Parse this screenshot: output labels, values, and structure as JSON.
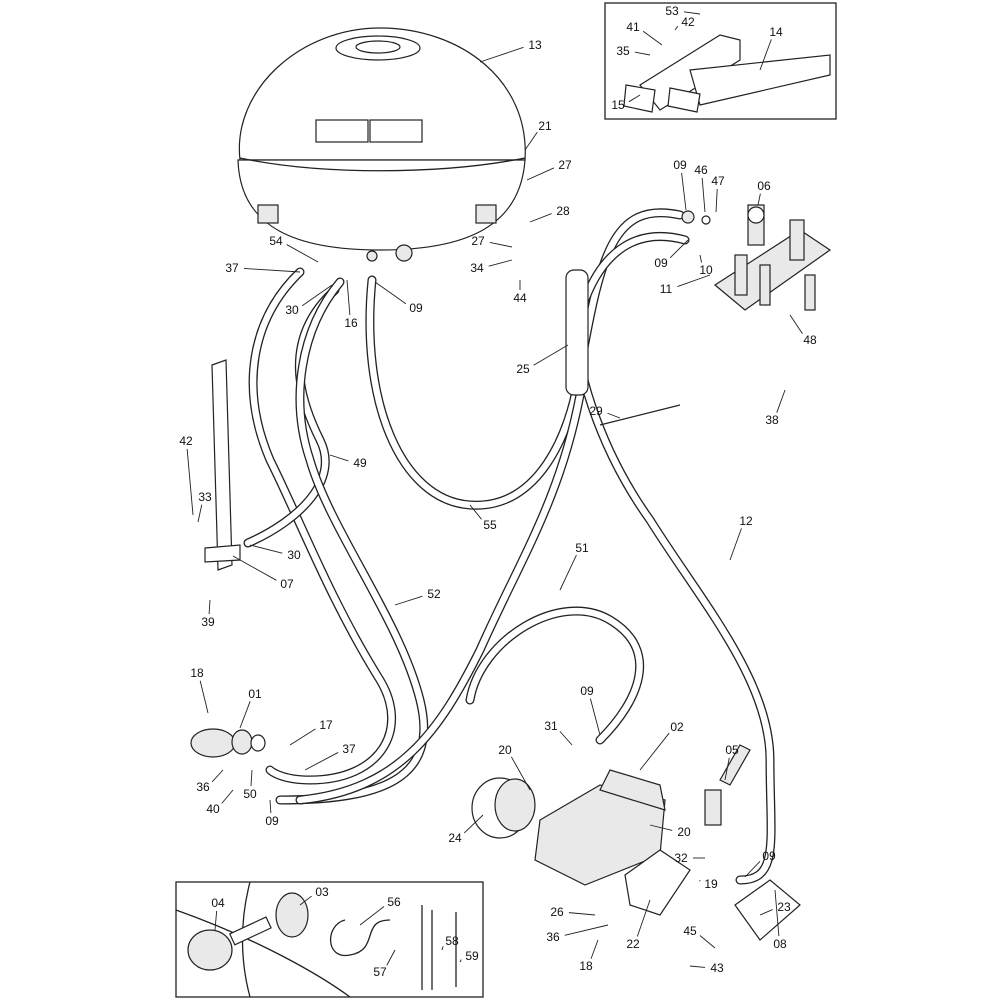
{
  "title": "Sprayer tank and plumbing parts diagram",
  "callouts": [
    "13",
    "14",
    "53",
    "42",
    "41",
    "35",
    "15",
    "21",
    "27",
    "28",
    "27",
    "34",
    "44",
    "54",
    "37",
    "30",
    "16",
    "09",
    "09",
    "46",
    "47",
    "06",
    "09",
    "10",
    "11",
    "48",
    "25",
    "29",
    "38",
    "42",
    "33",
    "49",
    "55",
    "30",
    "07",
    "12",
    "51",
    "52",
    "39",
    "18",
    "01",
    "17",
    "37",
    "09",
    "02",
    "05",
    "31",
    "20",
    "36",
    "40",
    "50",
    "09",
    "20",
    "24",
    "32",
    "09",
    "19",
    "26",
    "36",
    "22",
    "45",
    "23",
    "08",
    "18",
    "43",
    "04",
    "03",
    "56",
    "58",
    "59",
    "57"
  ]
}
